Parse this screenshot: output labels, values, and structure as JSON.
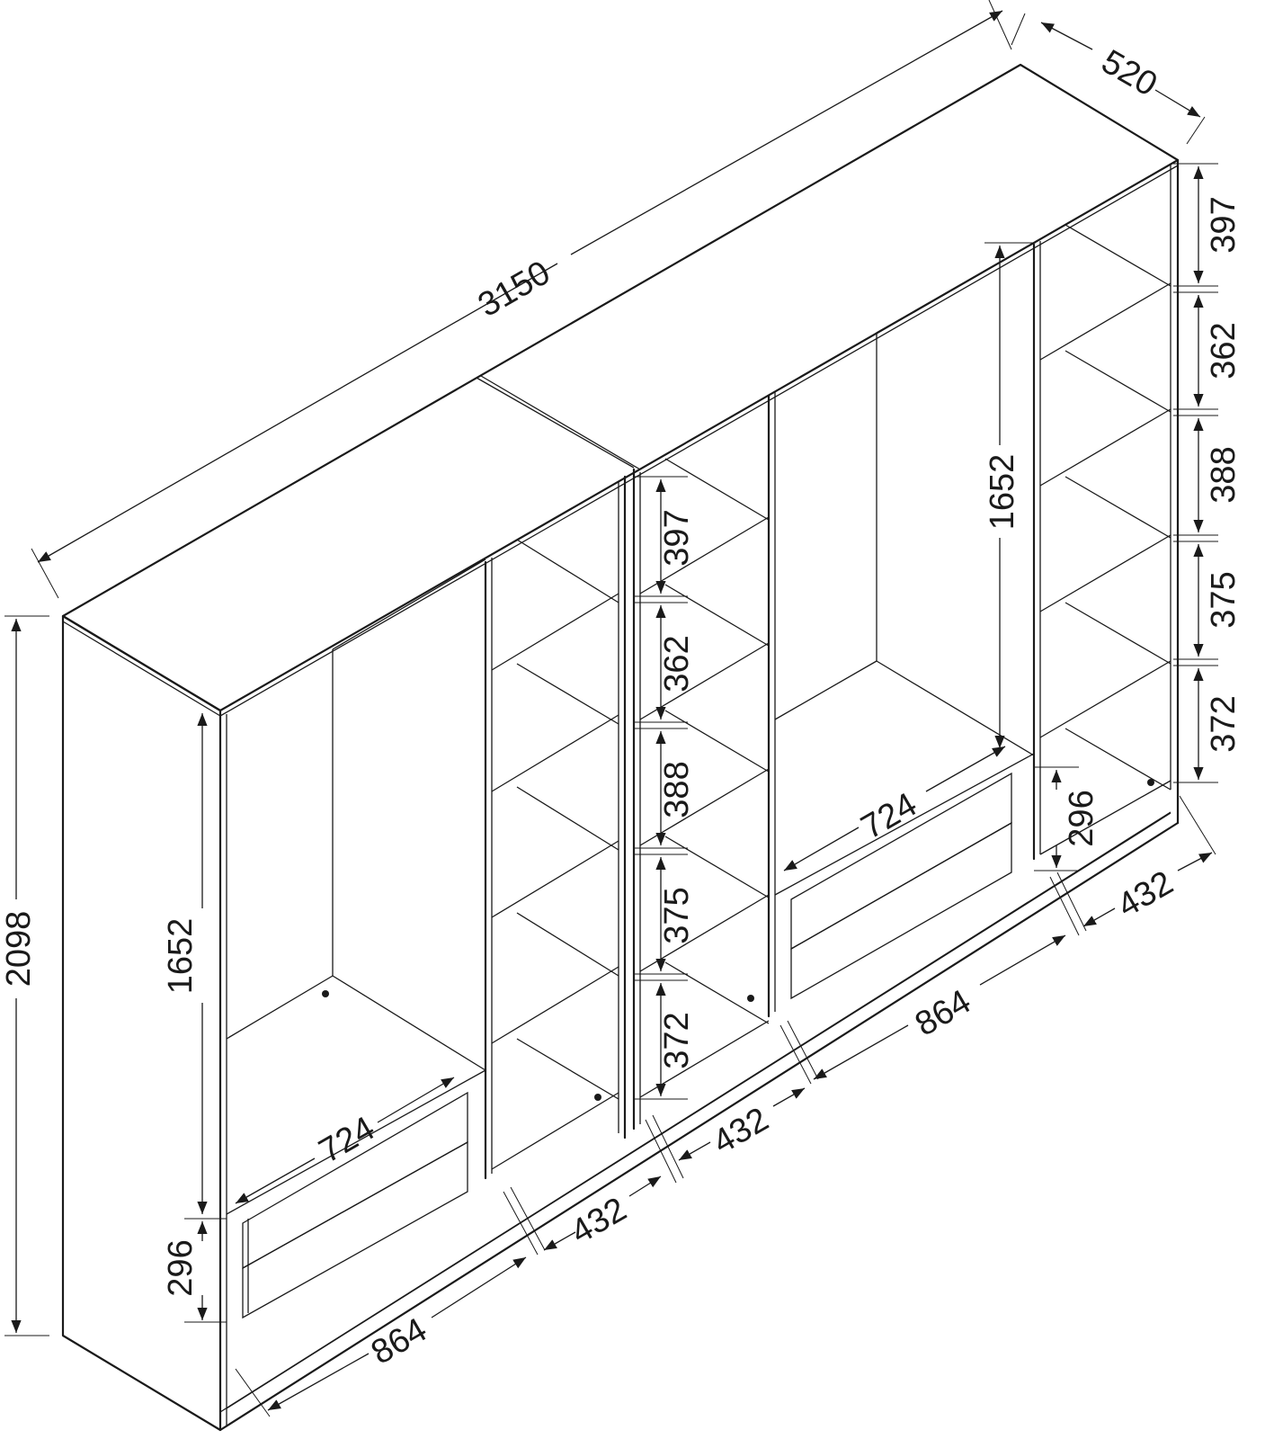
{
  "dimensions": {
    "overall_width": "3150",
    "overall_depth": "520",
    "overall_height": "2098",
    "left_wardrobe_hang_height": "1652",
    "left_wardrobe_drawer_height": "296",
    "left_wardrobe_drawer_width": "724",
    "left_wardrobe_width": "864",
    "left_shelf_width": "432",
    "middle_shelf_width": "432",
    "right_wardrobe_width": "864",
    "right_shelf_width": "432",
    "right_wardrobe_hang_height": "1652",
    "right_wardrobe_drawer_width": "724",
    "right_drawer_height": "296",
    "shelf_heights_middle": [
      "397",
      "362",
      "388",
      "375",
      "372"
    ],
    "shelf_heights_right": [
      "397",
      "362",
      "388",
      "375",
      "372"
    ]
  },
  "colors": {
    "line": "#1a1a1a",
    "background": "#ffffff"
  }
}
